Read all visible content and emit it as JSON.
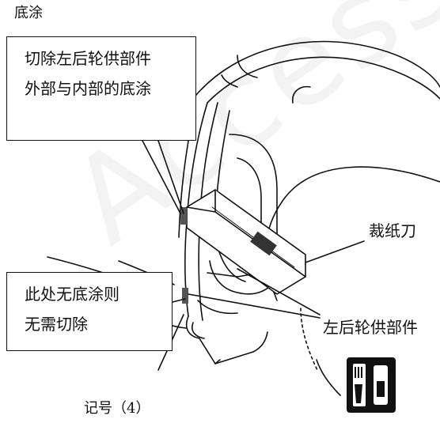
{
  "header": {
    "text": "底涂"
  },
  "callout_top": {
    "line1": "切除左后轮供部件",
    "line2": "外部与内部的底涂"
  },
  "callout_bottom": {
    "line1": "此处无底涂则",
    "line2": "无需切除"
  },
  "labels": {
    "cutter": "裁纸刀",
    "part": "左后轮供部件",
    "mark": "记号（4）"
  },
  "watermark": "Access",
  "icon": {
    "name": "cutter-tool-icon"
  }
}
